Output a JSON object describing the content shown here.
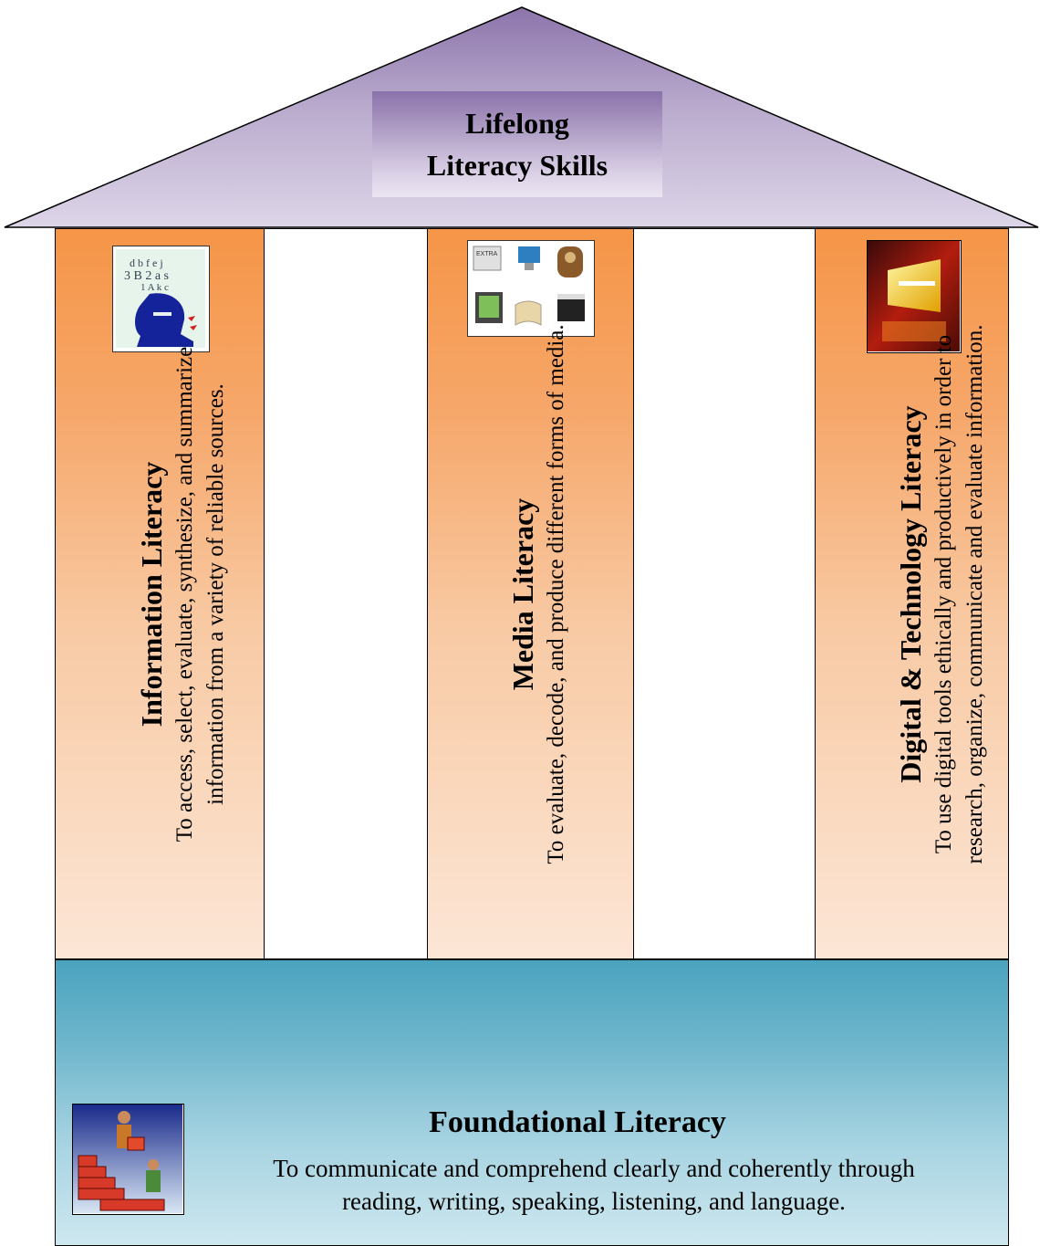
{
  "roof": {
    "title_line1": "Lifelong",
    "title_line2": "Literacy Skills"
  },
  "pillars": [
    {
      "title": "Information Literacy",
      "desc_line1": "To access, select, evaluate, synthesize, and summarize",
      "desc_line2": "information from a variety of reliable sources.",
      "icon": "reading-person-icon"
    },
    {
      "title": "Media Literacy",
      "desc_line1": "To evaluate, decode, and produce different forms of media.",
      "icon": "media-collage-icon"
    },
    {
      "title": "Digital & Technology Literacy",
      "desc_line1": "To use digital tools ethically and productively in order to",
      "desc_line2": "research, organize, communicate and evaluate information.",
      "icon": "computer-screen-icon"
    }
  ],
  "foundation": {
    "title": "Foundational Literacy",
    "desc_line1": "To communicate and comprehend clearly and coherently through",
    "desc_line2": "reading, writing, speaking, listening, and language.",
    "icon": "building-blocks-icon"
  },
  "colors": {
    "roof": "#c9bedb",
    "pillar": "#f59547",
    "foundation": "#4aa3be"
  }
}
